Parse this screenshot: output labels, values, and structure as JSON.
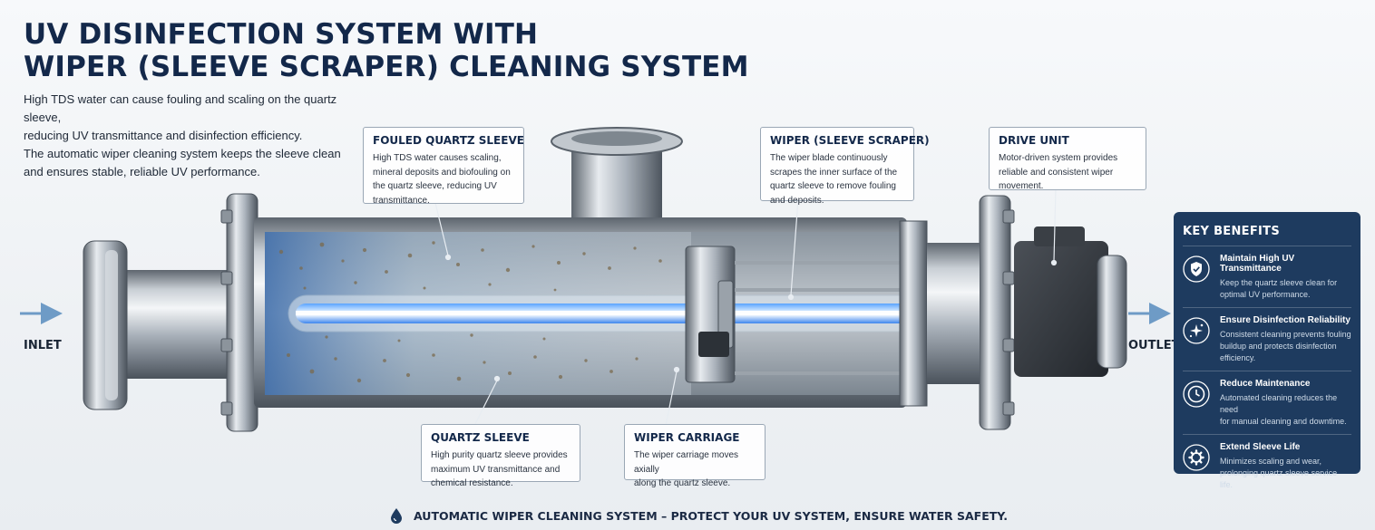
{
  "title": {
    "line1": "UV DISINFECTION SYSTEM WITH",
    "line2": "WIPER (SLEEVE SCRAPER) CLEANING SYSTEM"
  },
  "intro": {
    "line1": "High TDS water can cause fouling and scaling on the quartz sleeve,",
    "line2": "reducing UV transmittance and disinfection efficiency.",
    "line3": "The automatic wiper cleaning system keeps the sleeve clean",
    "line4": "and ensures stable, reliable UV performance."
  },
  "labels": {
    "inlet": "INLET",
    "outlet": "OUTLET"
  },
  "callouts": {
    "fouled": {
      "title": "FOULED QUARTZ SLEEVE",
      "line1": "High TDS water causes scaling,",
      "line2": "mineral deposits and biofouling on",
      "line3": "the quartz sleeve, reducing UV",
      "line4": "transmittance."
    },
    "wiper": {
      "title": "WIPER (SLEEVE SCRAPER)",
      "line1": "The wiper blade continuously",
      "line2": "scrapes the inner surface of the",
      "line3": "quartz sleeve to remove fouling",
      "line4": "and deposits."
    },
    "drive": {
      "title": "DRIVE UNIT",
      "line1": "Motor-driven system provides",
      "line2": "reliable and consistent wiper",
      "line3": "movement."
    },
    "quartz": {
      "title": "QUARTZ SLEEVE",
      "line1": "High purity quartz sleeve provides",
      "line2": "maximum UV transmittance and",
      "line3": "chemical resistance."
    },
    "carriage": {
      "title": "WIPER CARRIAGE",
      "line1": "The wiper carriage moves axially",
      "line2": "along the quartz sleeve."
    }
  },
  "key_benefits": {
    "title": "KEY BENEFITS",
    "items": [
      {
        "icon": "shield-check-icon",
        "title": "Maintain High UV Transmittance",
        "line1": "Keep the quartz sleeve clean for",
        "line2": "optimal UV performance."
      },
      {
        "icon": "sparkle-icon",
        "title": "Ensure Disinfection Reliability",
        "line1": "Consistent cleaning prevents fouling",
        "line2": "buildup and protects disinfection",
        "line3": "efficiency."
      },
      {
        "icon": "clock-icon",
        "title": "Reduce Maintenance",
        "line1": "Automated cleaning reduces the need",
        "line2": "for manual cleaning and downtime."
      },
      {
        "icon": "gear-icon",
        "title": "Extend Sleeve Life",
        "line1": "Minimizes scaling and wear,",
        "line2": "prolonging quartz sleeve service life."
      }
    ]
  },
  "footer": {
    "text": "AUTOMATIC WIPER CLEANING SYSTEM – PROTECT YOUR UV SYSTEM, ENSURE WATER SAFETY."
  },
  "colors": {
    "navy": "#13284a",
    "panel": "#1e3b5f",
    "uv_glow": "#8fc8ff",
    "arrow": "#6e9bc6"
  }
}
